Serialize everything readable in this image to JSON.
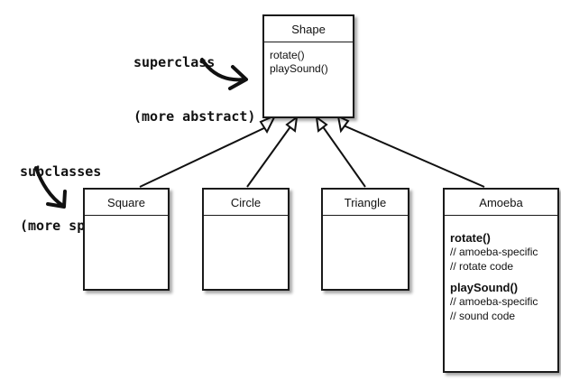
{
  "annotations": {
    "superclass": {
      "line1": "superclass",
      "line2": "(more abstract)"
    },
    "subclasses": {
      "line1": "subclasses",
      "line2": "(more specific)"
    }
  },
  "superclass_box": {
    "name": "Shape",
    "methods": [
      "rotate()",
      "playSound()"
    ]
  },
  "subclass_boxes": [
    {
      "name": "Square"
    },
    {
      "name": "Circle"
    },
    {
      "name": "Triangle"
    },
    {
      "name": "Amoeba",
      "overrides": [
        {
          "method": "rotate()",
          "comments": [
            "// amoeba-specific",
            "// rotate code"
          ]
        },
        {
          "method": "playSound()",
          "comments": [
            "// amoeba-specific",
            "// sound code"
          ]
        }
      ]
    }
  ]
}
